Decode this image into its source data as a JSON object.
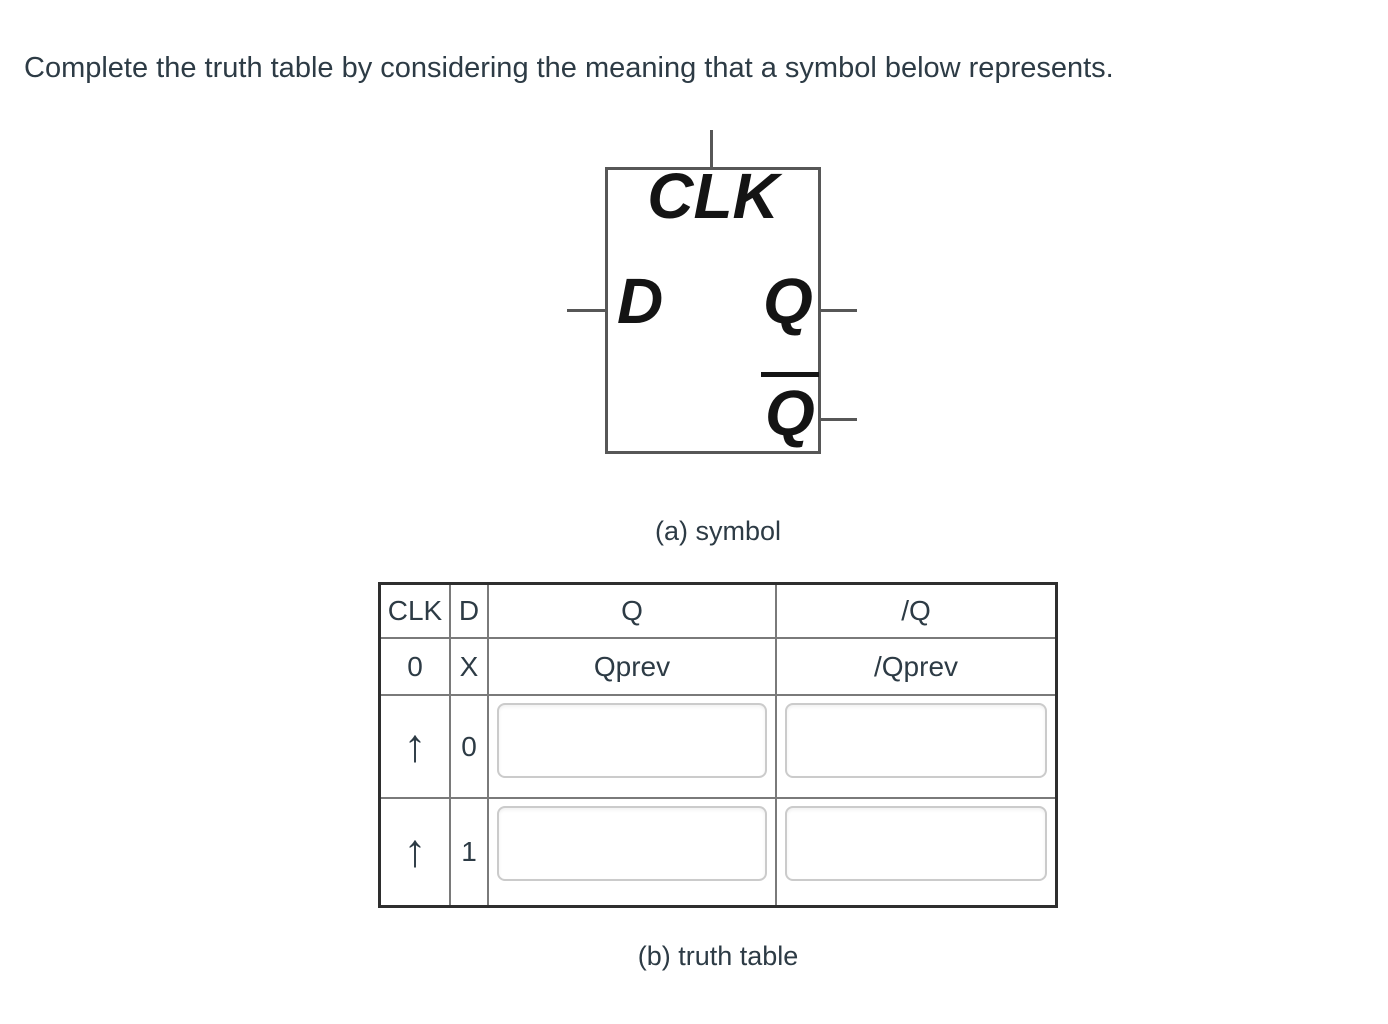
{
  "question": {
    "text": "Complete the truth table by considering the meaning that a symbol below represents."
  },
  "symbol": {
    "clk_label": "CLK",
    "d_label": "D",
    "q_label": "Q",
    "qbar_label": "Q",
    "caption": "(a) symbol"
  },
  "truth_table": {
    "caption": "(b) truth table",
    "headers": [
      "CLK",
      "D",
      "Q",
      "/Q"
    ],
    "rows": [
      {
        "clk": "0",
        "d": "X",
        "q": "Qprev",
        "qn": "/Qprev"
      },
      {
        "clk": "↑",
        "d": "0",
        "q": "",
        "qn": ""
      },
      {
        "clk": "↑",
        "d": "1",
        "q": "",
        "qn": ""
      }
    ]
  },
  "colors": {
    "text": "#2d3b45",
    "symbol_line": "#575757",
    "symbol_text": "#141414",
    "table_outer_border": "#2e2e2e",
    "table_inner_border": "#7a7a7a",
    "input_border": "#cbcbcb"
  }
}
